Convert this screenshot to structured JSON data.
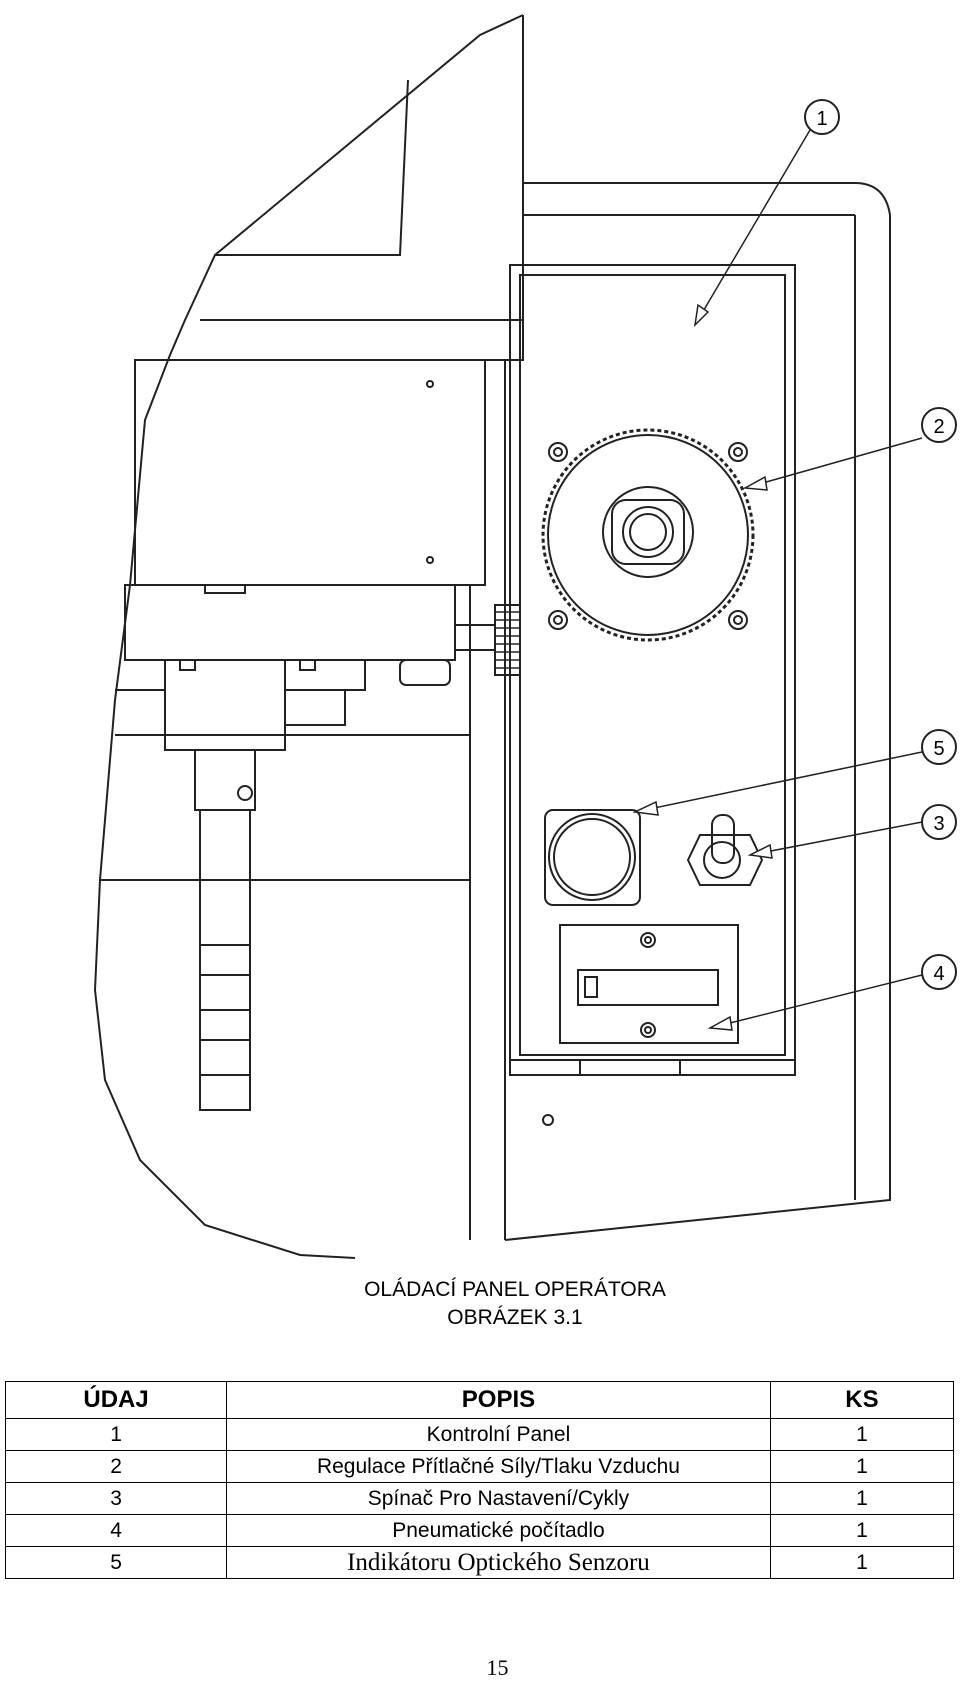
{
  "figure": {
    "callouts": [
      "1",
      "2",
      "5",
      "3",
      "4"
    ]
  },
  "caption": {
    "line1": "OLÁDACÍ PANEL OPERÁTORA",
    "line2": "OBRÁZEK 3.1"
  },
  "table": {
    "headers": [
      "ÚDAJ",
      "POPIS",
      "KS"
    ],
    "rows": [
      [
        "1",
        "Kontrolní Panel",
        "1"
      ],
      [
        "2",
        "Regulace Přítlačné Síly/Tlaku Vzduchu",
        "1"
      ],
      [
        "3",
        "Spínač Pro Nastavení/Cykly",
        "1"
      ],
      [
        "4",
        "Pneumatické počítadlo",
        "1"
      ],
      [
        "5",
        "Indikátoru Optického Senzoru",
        "1"
      ]
    ]
  },
  "page_number": "15"
}
